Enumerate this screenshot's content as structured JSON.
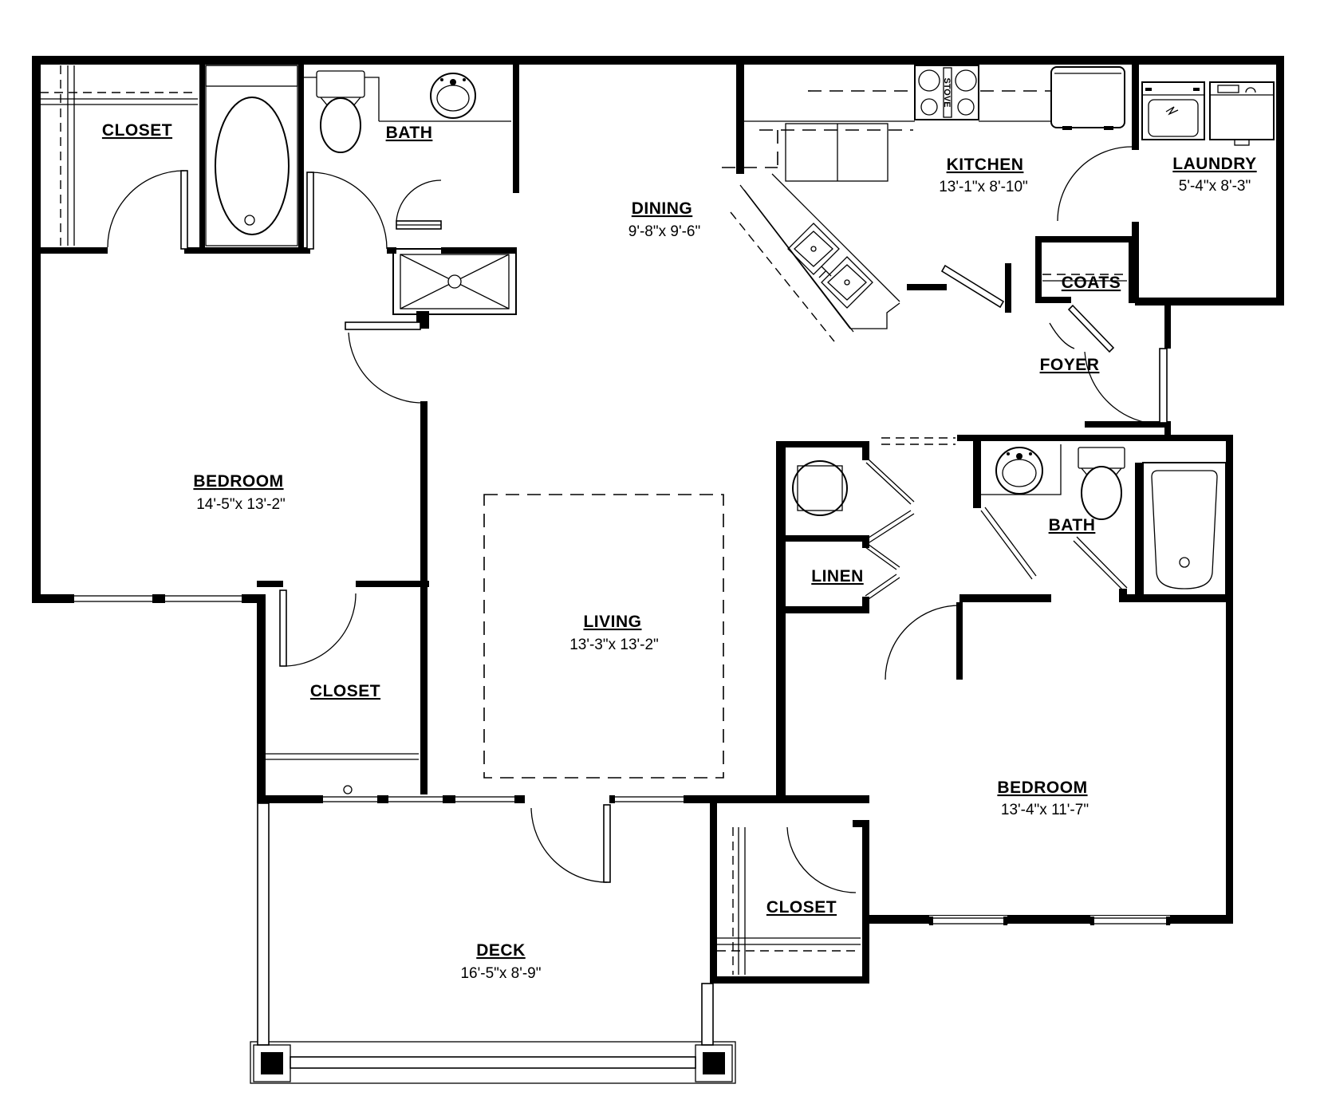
{
  "colors": {
    "line": "#000000",
    "background": "#ffffff"
  },
  "rooms": {
    "closet_master": {
      "name": "CLOSET"
    },
    "bath_master": {
      "name": "BATH"
    },
    "dining": {
      "name": "DINING",
      "dims": "9'-8\"x  9'-6\""
    },
    "kitchen": {
      "name": "KITCHEN",
      "dims": "13'-1\"x  8'-10\""
    },
    "laundry": {
      "name": "LAUNDRY",
      "dims": "5'-4\"x  8'-3\""
    },
    "coats": {
      "name": "COATS"
    },
    "foyer": {
      "name": "FOYER"
    },
    "bedroom_master": {
      "name": "BEDROOM",
      "dims": "14'-5\"x  13'-2\""
    },
    "closet_bedroom_master": {
      "name": "CLOSET"
    },
    "living": {
      "name": "LIVING",
      "dims": "13'-3\"x  13'-2\""
    },
    "linen": {
      "name": "LINEN"
    },
    "bath_second": {
      "name": "BATH"
    },
    "bedroom_second": {
      "name": "BEDROOM",
      "dims": "13'-4\"x  11'-7\""
    },
    "closet_bedroom_second": {
      "name": "CLOSET"
    },
    "deck": {
      "name": "DECK",
      "dims": "16'-5\"x  8'-9\""
    }
  },
  "fixtures": {
    "stove_label": "STOVE"
  }
}
